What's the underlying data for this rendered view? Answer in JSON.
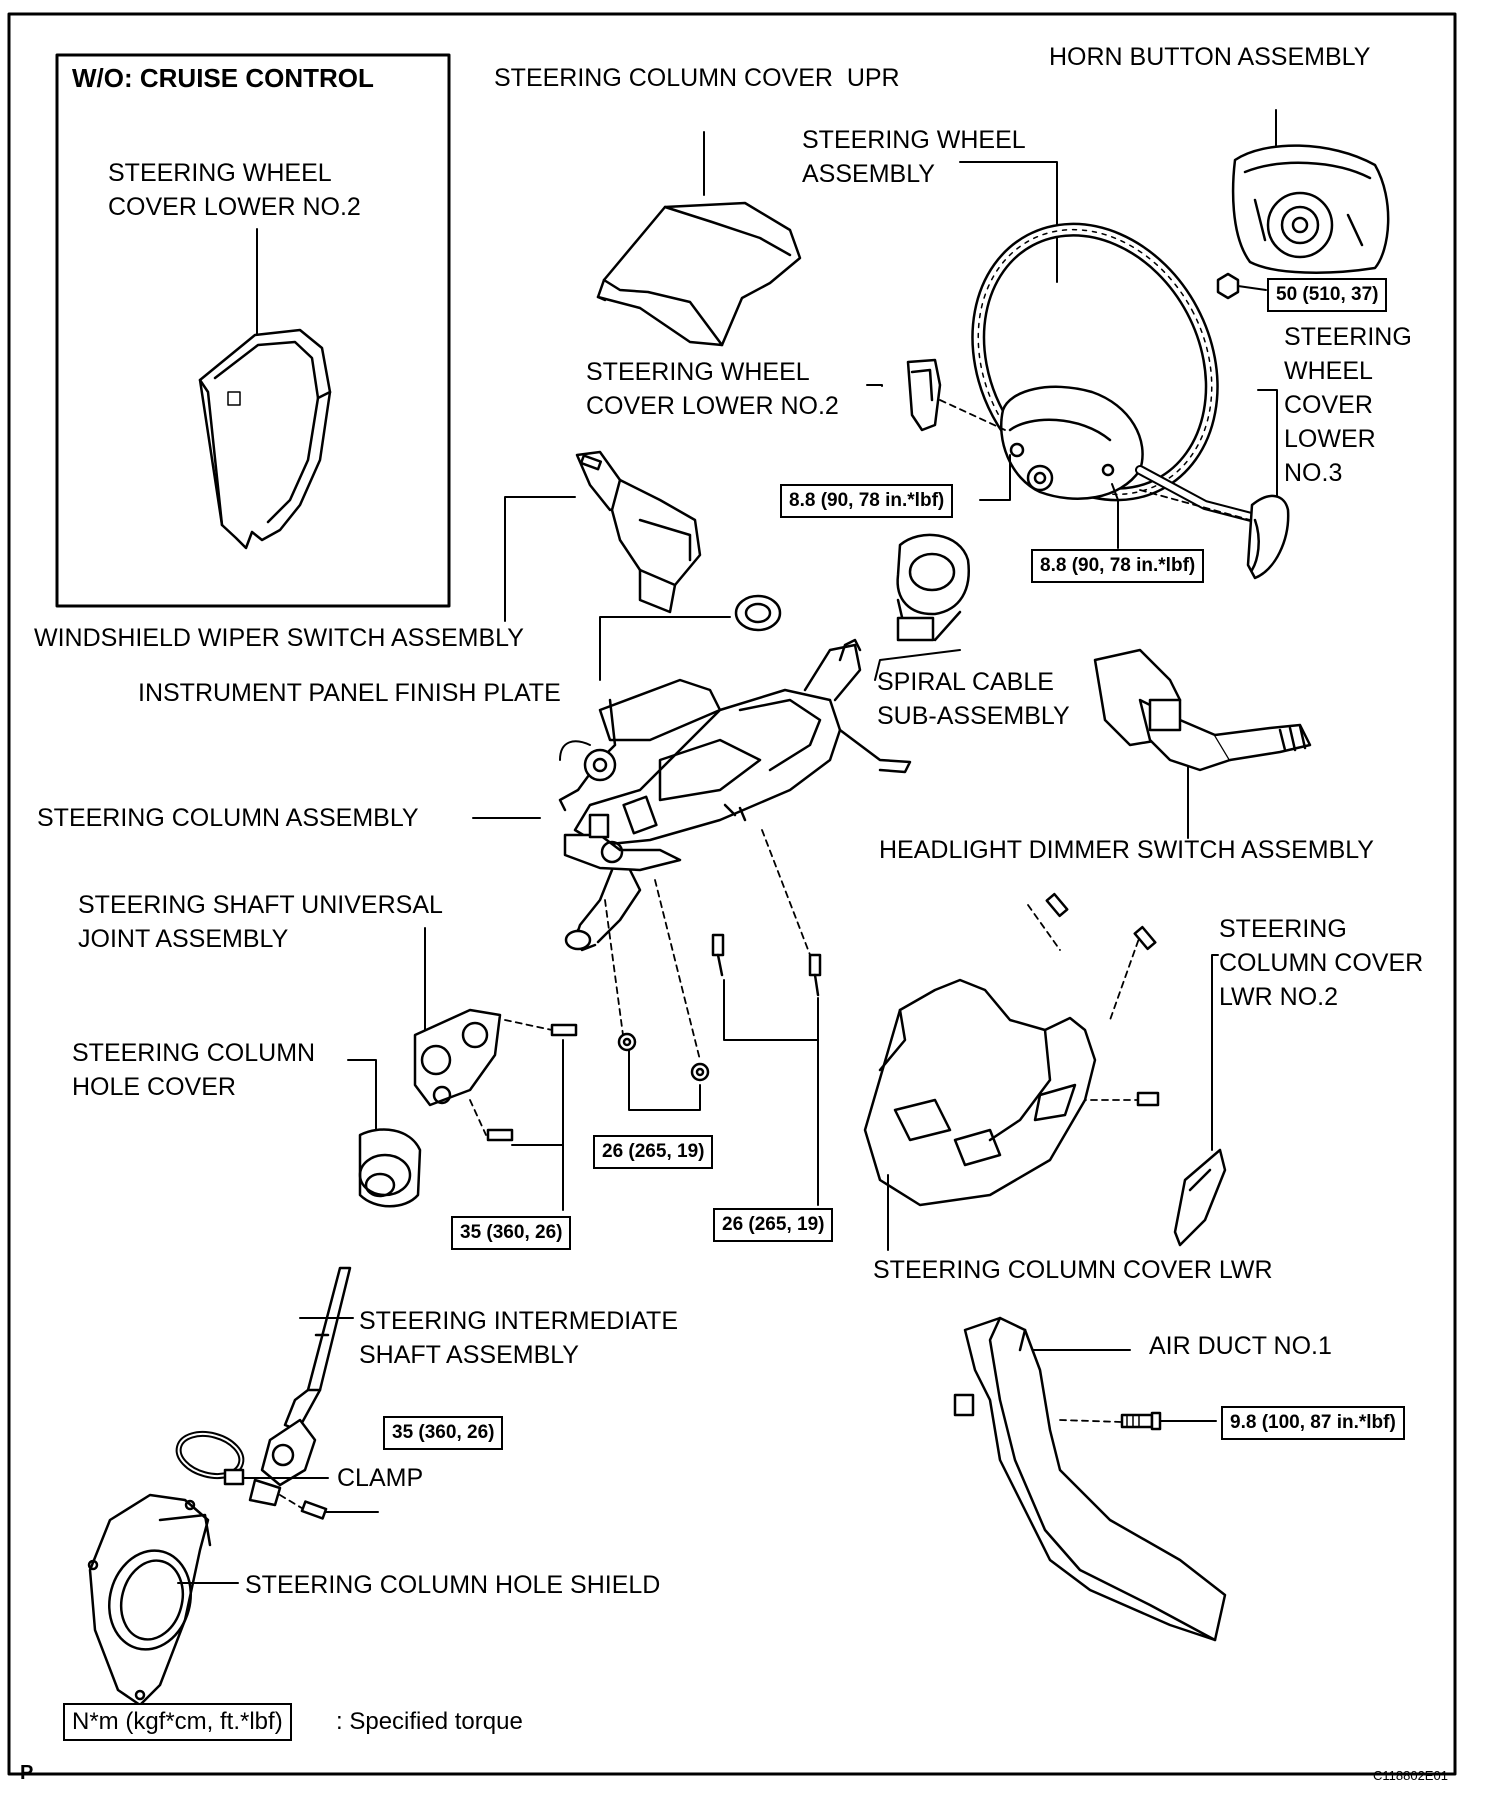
{
  "inset": {
    "title": "W/O: CRUISE CONTROL",
    "part_label": "STEERING WHEEL\nCOVER LOWER NO.2"
  },
  "labels": {
    "column_cover_upr": "STEERING COLUMN COVER  UPR",
    "horn_button": "HORN BUTTON ASSEMBLY",
    "steering_wheel": "STEERING WHEEL\nASSEMBLY",
    "wheel_cover_lower_no2": "STEERING WHEEL\nCOVER LOWER NO.2",
    "wheel_cover_lower_no3": "STEERING\nWHEEL\nCOVER\nLOWER\nNO.3",
    "wiper_switch": "WINDSHIELD WIPER SWITCH ASSEMBLY",
    "finish_plate": "INSTRUMENT PANEL FINISH PLATE",
    "spiral_cable": "SPIRAL CABLE\nSUB-ASSEMBLY",
    "column_assembly": "STEERING COLUMN ASSEMBLY",
    "headlight_switch": "HEADLIGHT DIMMER SWITCH ASSEMBLY",
    "universal_joint": "STEERING SHAFT UNIVERSAL\nJOINT ASSEMBLY",
    "column_cover_lwr_no2": "STEERING\nCOLUMN COVER\nLWR NO.2",
    "hole_cover": "STEERING COLUMN\nHOLE COVER",
    "column_cover_lwr": "STEERING COLUMN COVER LWR",
    "intermediate_shaft": "STEERING INTERMEDIATE\nSHAFT ASSEMBLY",
    "air_duct": "AIR DUCT NO.1",
    "clamp": "CLAMP",
    "hole_shield": "STEERING COLUMN HOLE SHIELD"
  },
  "torques": {
    "horn": "50 (510, 37)",
    "wheel_left": "8.8 (90, 78 in.*lbf)",
    "wheel_right": "8.8 (90, 78 in.*lbf)",
    "column_nuts": "26 (265, 19)",
    "column_bolts": "26 (265, 19)",
    "universal_joint": "35 (360, 26)",
    "intermediate": "35 (360, 26)",
    "air_duct": "9.8 (100, 87 in.*lbf)"
  },
  "legend": {
    "unit": "N*m (kgf*cm, ft.*lbf)",
    "text": ": Specified torque"
  },
  "footer": {
    "left_mark": "P",
    "figure_code": "C118802E01"
  }
}
